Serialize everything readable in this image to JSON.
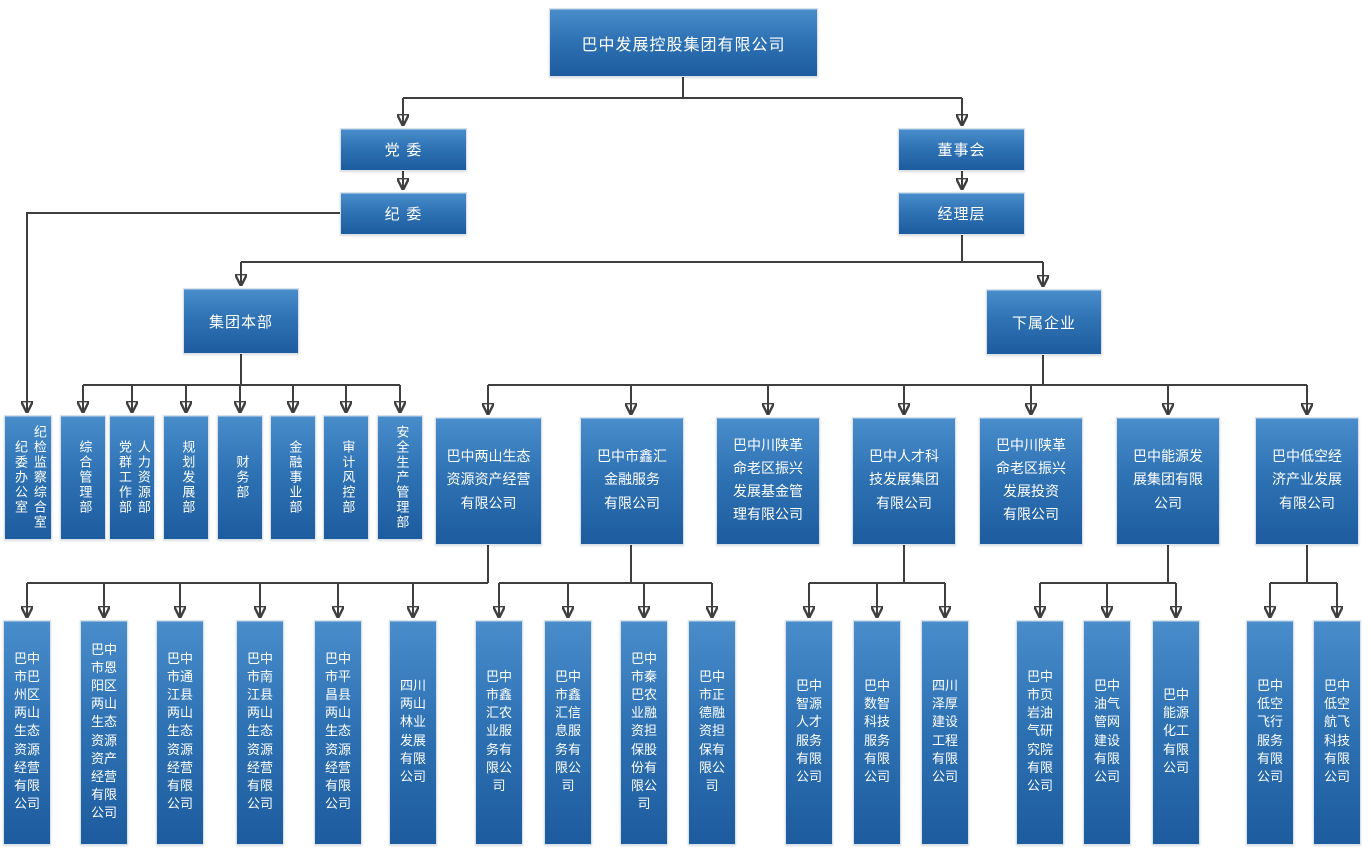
{
  "root": {
    "label": "巴中发展控股集团有限公司"
  },
  "governance": {
    "party_committee": "党 委",
    "discipline_committee": "纪 委",
    "board_of_directors": "董事会",
    "management_layer": "经理层"
  },
  "branches": {
    "headquarters": "集团本部",
    "subsidiaries": "下属企业"
  },
  "departments": [
    "纪检监察综合室\n纪委办公室",
    "综合管理部",
    "人力资源部\n党群工作部",
    "规划发展部",
    "财务部",
    "金融事业部",
    "审计风控部",
    "安全生产管理部"
  ],
  "companies": [
    "巴中两山生态\n资源资产经营\n有限公司",
    "巴中市鑫汇\n金融服务\n有限公司",
    "巴中川陕革\n命老区振兴\n发展基金管\n理有限公司",
    "巴中人才科\n技发展集团\n有限公司",
    "巴中川陕革\n命老区振兴\n发展投资\n有限公司",
    "巴中能源发\n展集团有限\n公司",
    "巴中低空经\n济产业发展\n有限公司"
  ],
  "subsidiary_groups": [
    {
      "parent": "巴中两山生态资源资产经营有限公司",
      "members": [
        "巴中市巴州区两山生态资源经营有限公司",
        "巴中市恩阳区两山生态资源资产经营有限公司",
        "巴中市通江县两山生态资源经营有限公司",
        "巴中市南江县两山生态资源经营有限公司",
        "巴中市平昌县两山生态资源经营有限公司",
        "四川两山林业发展有限公司"
      ]
    },
    {
      "parent": "巴中市鑫汇金融服务有限公司",
      "members": [
        "巴中市鑫汇农业服务有限公司",
        "巴中市鑫汇信息服务有限公司",
        "巴中市秦巴农业融资担保股份有限公司",
        "巴中市正德融资担保有限公司"
      ]
    },
    {
      "parent": "巴中人才科技发展集团有限公司",
      "members": [
        "巴中智源人才服务有限公司",
        "巴中数智科技服务有限公司",
        "四川泽厚建设工程有限公司"
      ]
    },
    {
      "parent": "巴中能源发展集团有限公司",
      "members": [
        "巴中市页岩油气研究院有限公司",
        "巴中油气管网建设有限公司",
        "巴中能源化工有限公司"
      ]
    },
    {
      "parent": "巴中低空经济产业发展有限公司",
      "members": [
        "巴中低空飞行服务有限公司",
        "巴中低空航飞科技有限公司"
      ]
    }
  ],
  "colors": {
    "node_fill_top": "#4a8dcb",
    "node_fill_bottom": "#1d5c9e",
    "node_text": "#ffffff",
    "connector": "#3f3f3f",
    "background": "#ffffff"
  }
}
